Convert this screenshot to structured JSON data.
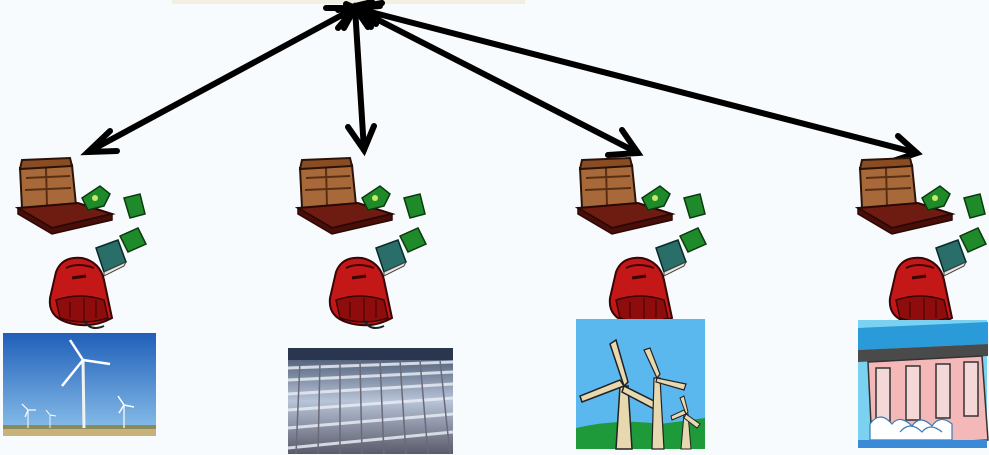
{
  "diagram": {
    "hub": {
      "icon": "arrow-hub"
    },
    "colors": {
      "background": "#f8fbfd",
      "arrow": "#000000",
      "chest": "#a8693a",
      "chest_dark": "#6e1b12",
      "money": "#1e8a2a",
      "backpack": "#c41818",
      "book": "#2a6e6a",
      "sky": "#5ab8ee"
    },
    "columns": [
      {
        "name": "wind-farm",
        "icon": "wind-turbine-photo"
      },
      {
        "name": "solar-array",
        "icon": "solar-panel-photo"
      },
      {
        "name": "windmill-clipart",
        "icon": "windmill-icon"
      },
      {
        "name": "dam-clipart",
        "icon": "hydro-dam-icon"
      }
    ],
    "resource_icons": [
      "treasure-chest-icon",
      "money-bill-icon",
      "book-icon",
      "backpack-icon"
    ]
  }
}
